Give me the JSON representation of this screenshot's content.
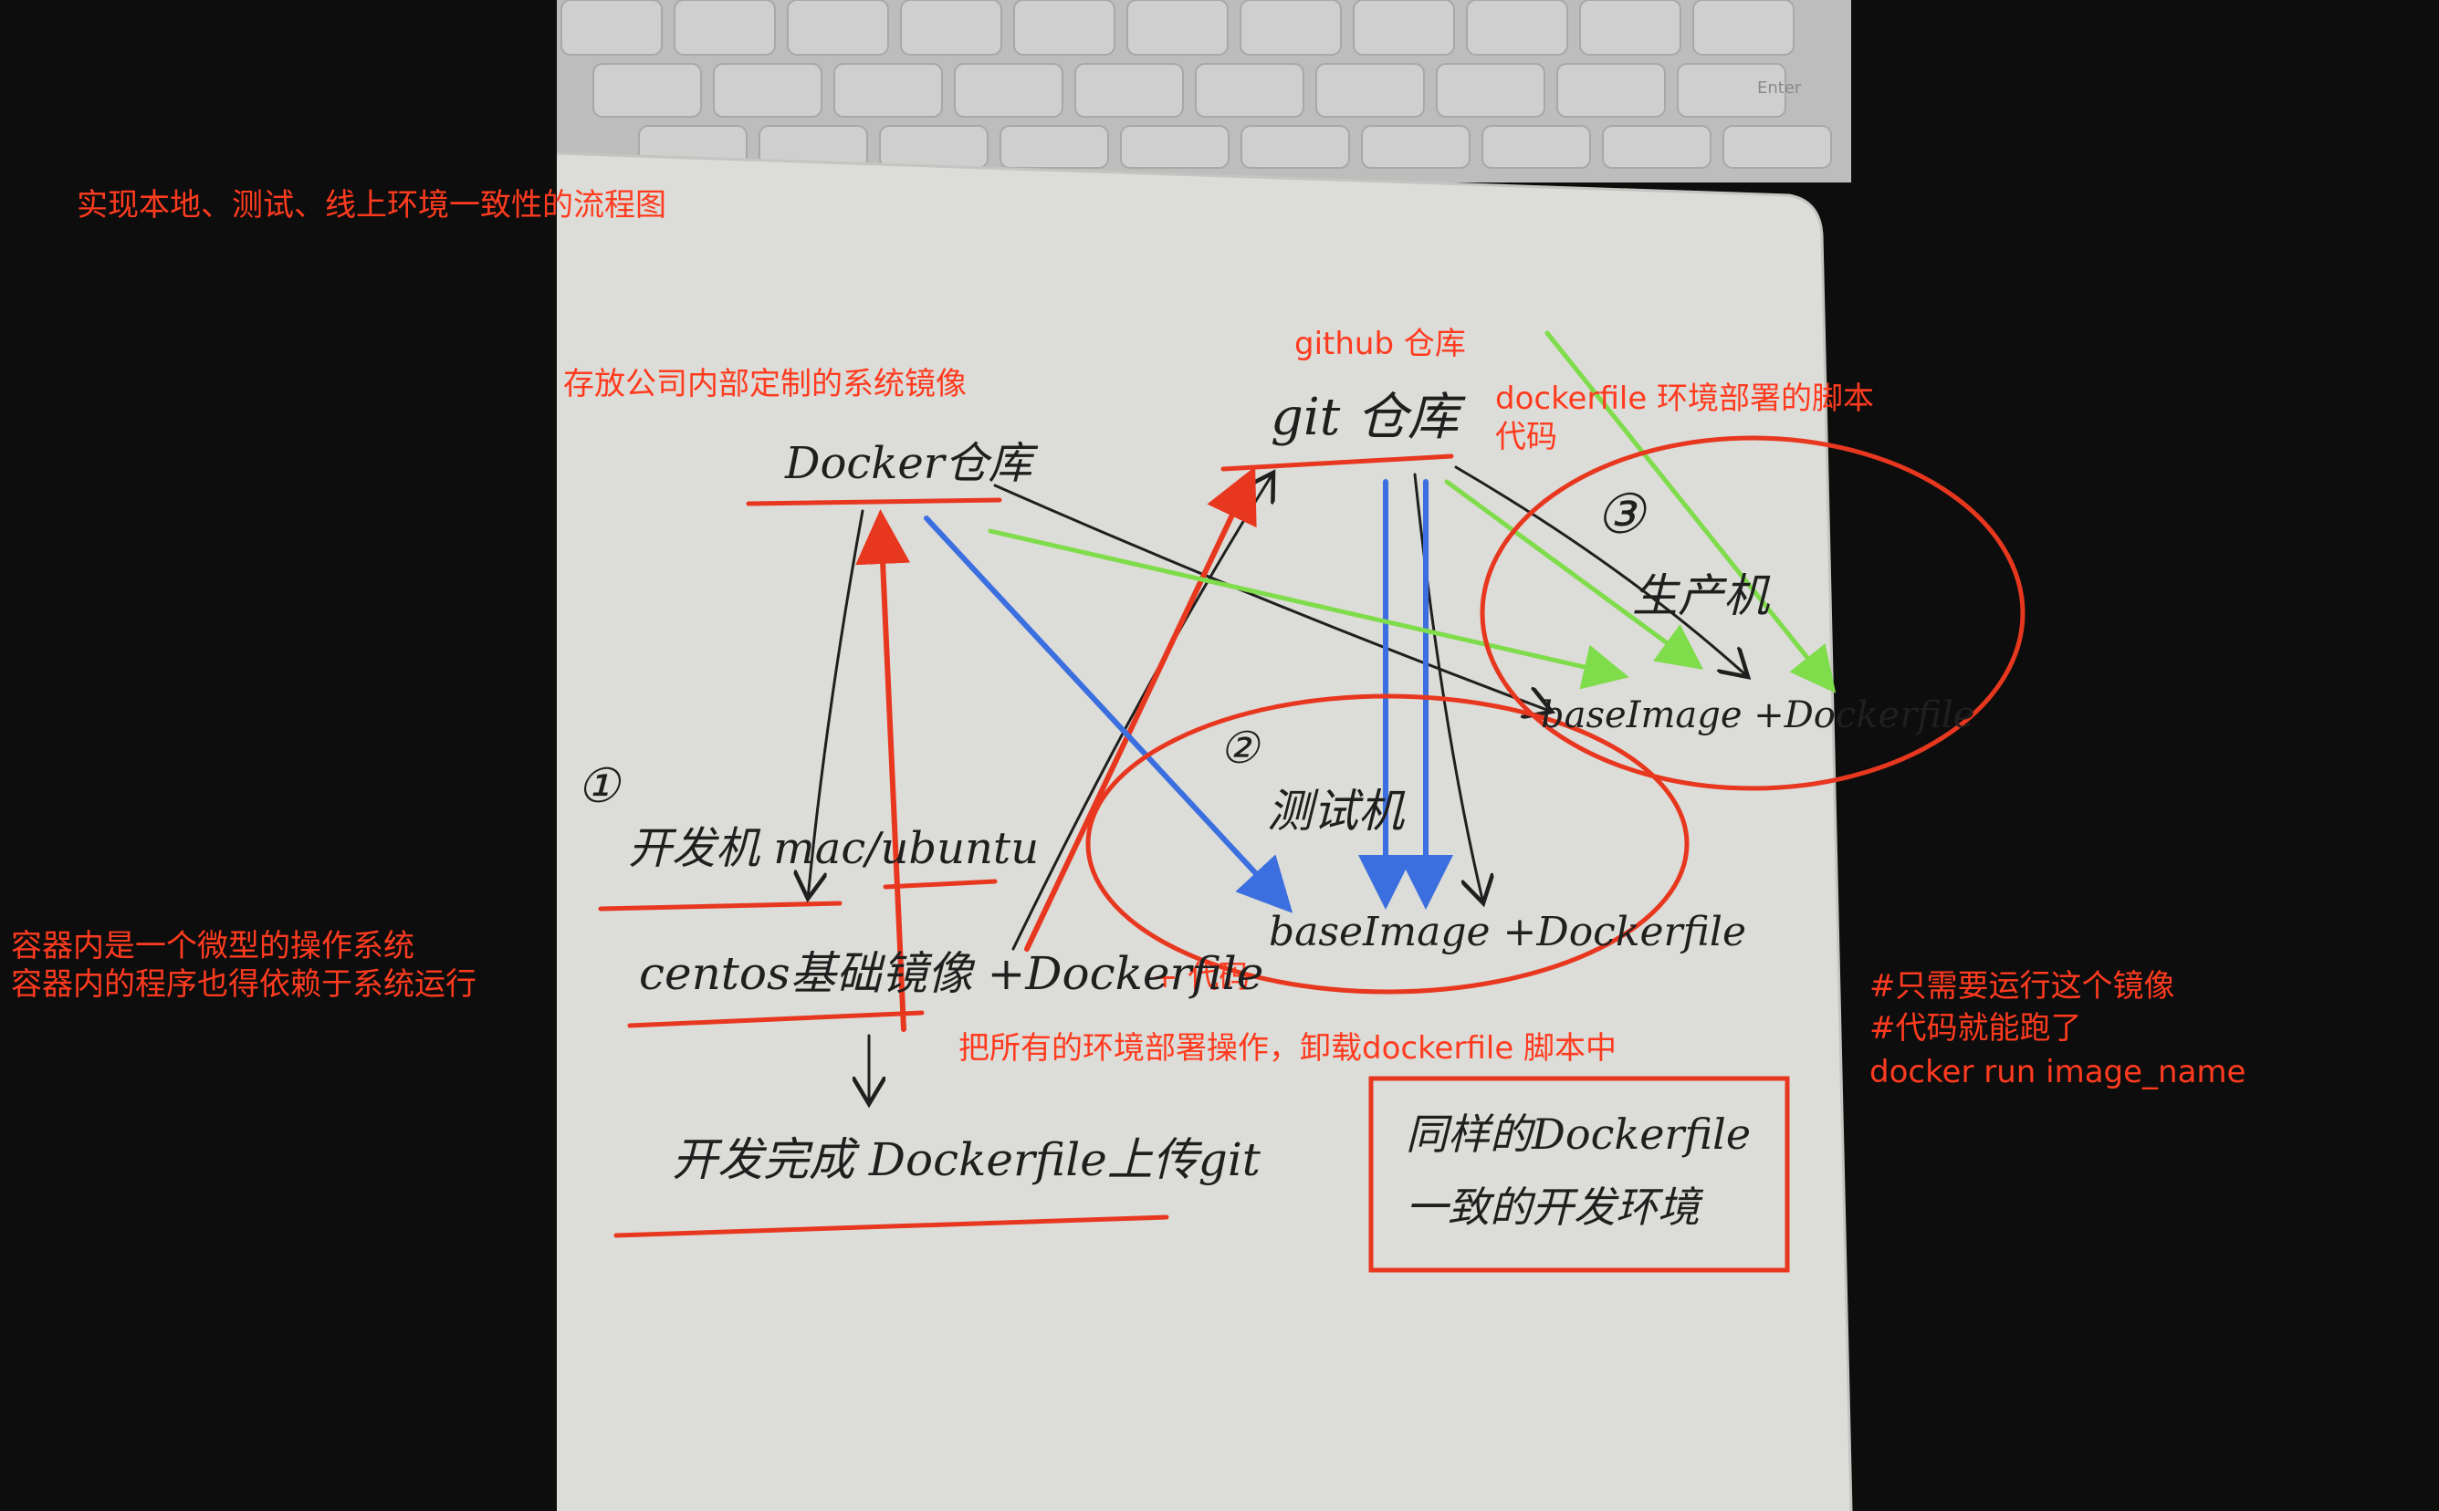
{
  "colors": {
    "background": "#0d0d0d",
    "paper": "#dcdcd8",
    "keyboard": "#cfcfcf",
    "ink": "#1f1f1f",
    "red": "#e8371f",
    "blue": "#3b6fe0",
    "green": "#7fdc4a",
    "annotation_text": "#ff3b1f"
  },
  "annotations": {
    "title": "实现本地、测试、线上环境一致性的流程图",
    "docker_repo_note": "存放公司内部定制的系统镜像",
    "github_note": "github 仓库",
    "dockerfile_note_line1": "dockerfile 环境部署的脚本",
    "dockerfile_note_line2": "代码",
    "container_note_line1": "容器内是一个微型的操作系统",
    "container_note_line2": "容器内的程序也得依赖于系统运行",
    "plus_code": "+ 代码",
    "deploy_note": "把所有的环境部署操作，卸载dockerfile 脚本中",
    "run_note_line1": "#只需要运行这个镜像",
    "run_note_line2": "#代码就能跑了",
    "run_note_line3": "docker run  image_name"
  },
  "handwriting": {
    "docker_repo": "Docker仓库",
    "git_repo": "git 仓库",
    "step1": "①",
    "step2": "②",
    "step3": "③",
    "dev_machine": "开发机 mac/ubuntu",
    "base_image": "centos基础镜像 +Dockerfile",
    "upload_line": "开发完成 Dockerfile上传git",
    "test_machine": "测试机",
    "test_image": "baseImage +Dockerfile",
    "prod_machine": "生产机",
    "prod_image": "baseImage +Dockerfile",
    "down_arrow": "↓",
    "box_line1": "同样的Dockerfile",
    "box_line2": "一致的开发环境"
  },
  "keyboard": {
    "enter_key": "Enter"
  }
}
